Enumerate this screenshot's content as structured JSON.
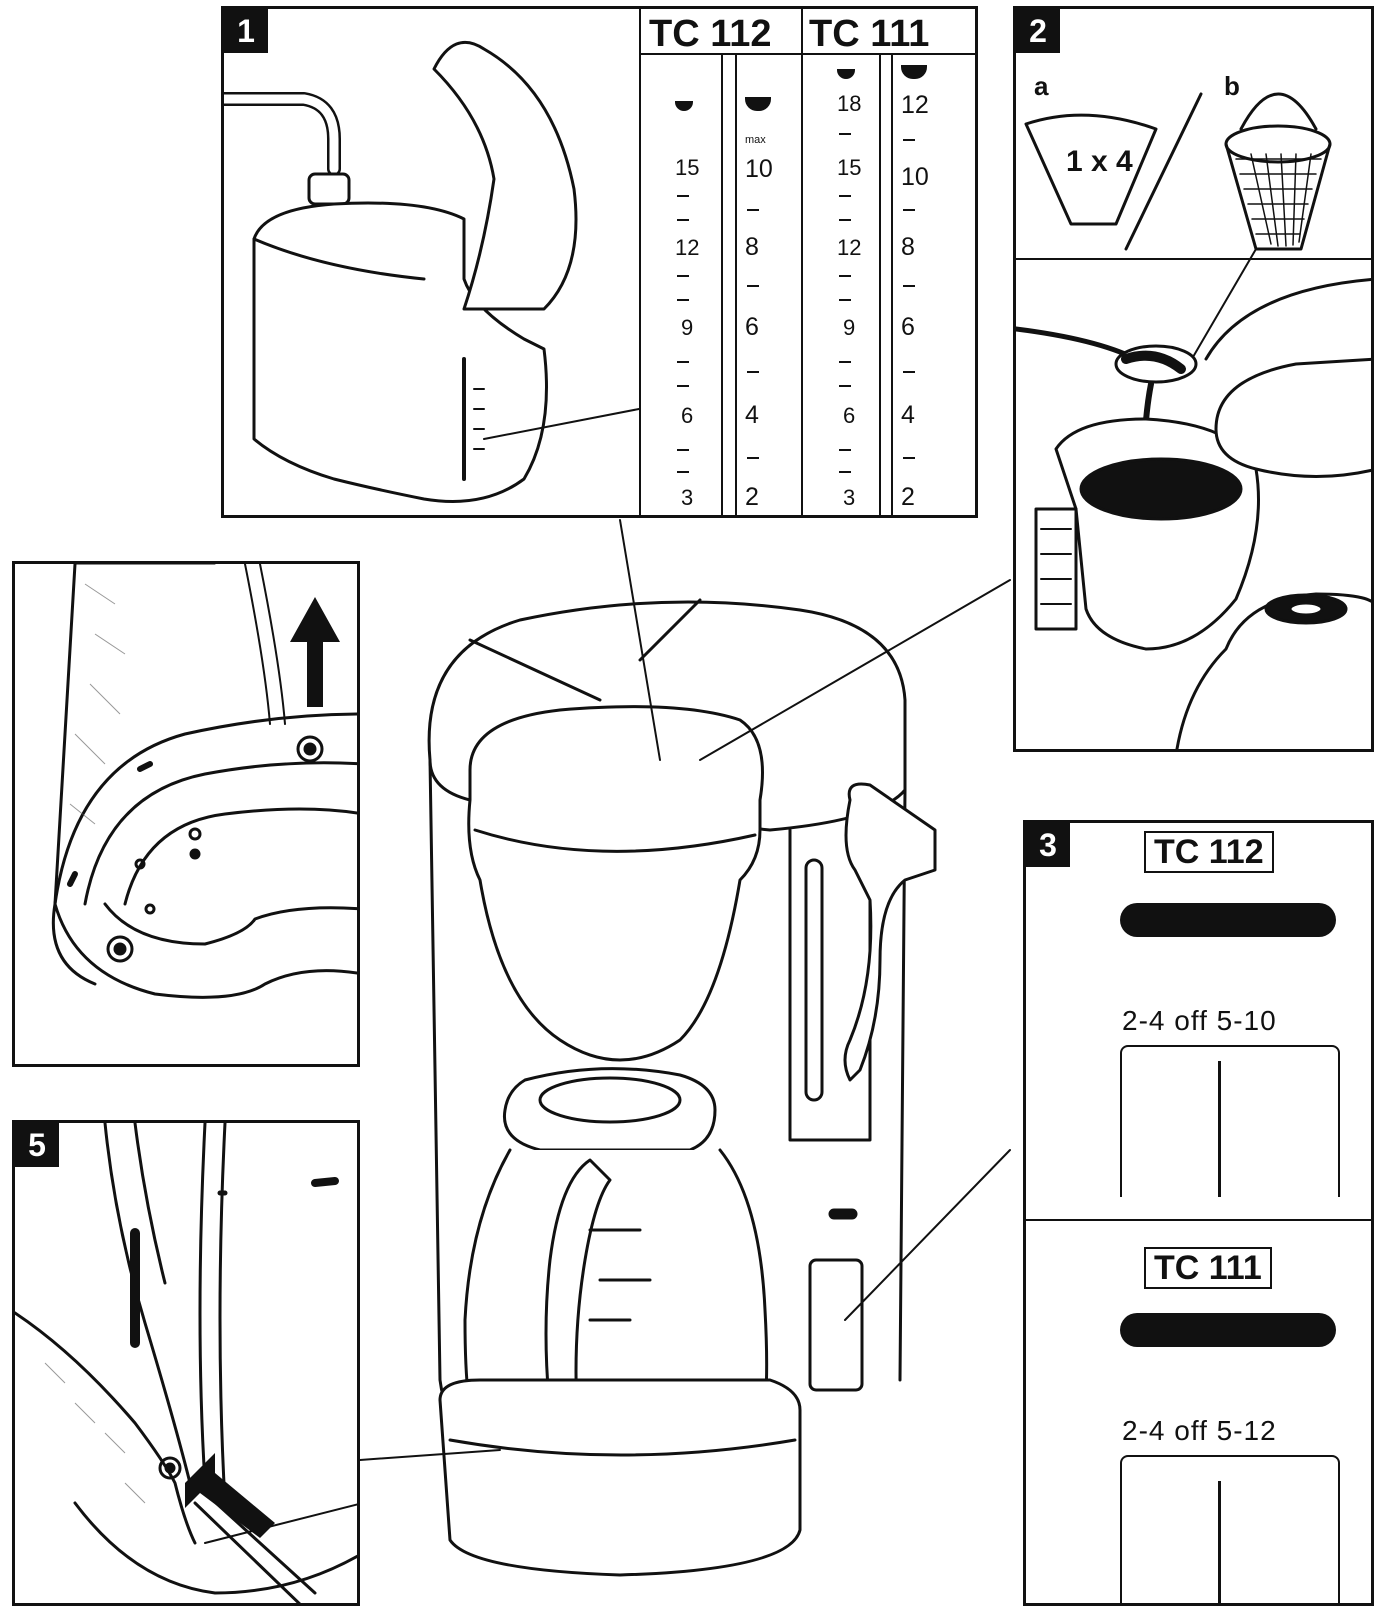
{
  "panels": {
    "p1": {
      "badge": "1",
      "model_a": "TC 112",
      "model_b": "TC 111"
    },
    "p2": {
      "badge": "2",
      "label_a": "a",
      "label_b": "b",
      "filter_text": "1 x 4"
    },
    "p3": {
      "badge": "3",
      "model_a": "TC 112",
      "switch_a": "2-4  off  5-10",
      "model_b": "TC 111",
      "switch_b": "2-4  off  5-12"
    },
    "p5": {
      "badge": "5"
    }
  },
  "scale_tc112": {
    "left": [
      "15",
      "12",
      "9",
      "6",
      "3"
    ],
    "right": [
      "10",
      "8",
      "6",
      "4",
      "2"
    ],
    "max_label": "max"
  },
  "scale_tc111": {
    "left": [
      "18",
      "15",
      "12",
      "9",
      "6",
      "3"
    ],
    "right": [
      "12",
      "10",
      "8",
      "6",
      "4",
      "2"
    ]
  },
  "icons": [
    "cup-icon",
    "mug-icon",
    "arrow-up-icon"
  ]
}
